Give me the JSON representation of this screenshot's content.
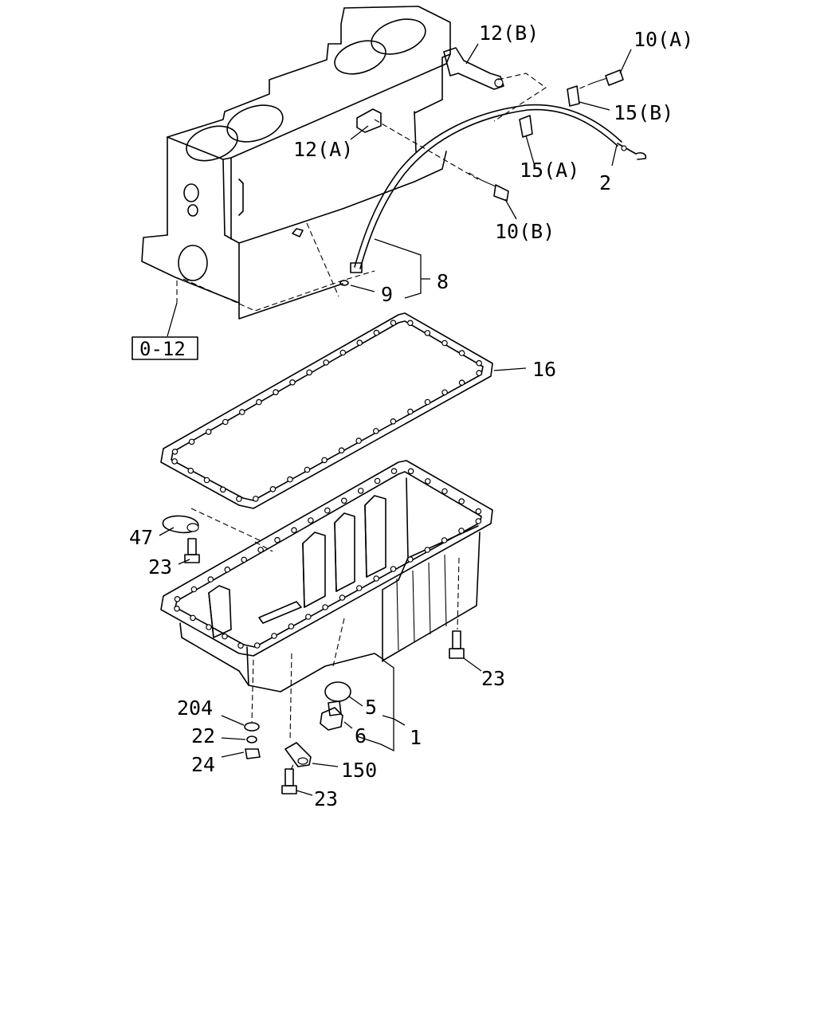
{
  "reference_box": {
    "text": "0-12"
  },
  "callouts": {
    "c12B": "12(B)",
    "c10A": "10(A)",
    "c15B": "15(B)",
    "c12A": "12(A)",
    "c15A": "15(A)",
    "c2": "2",
    "c10B": "10(B)",
    "c8": "8",
    "c9": "9",
    "c16": "16",
    "c47": "47",
    "c23a": "23",
    "c23b": "23",
    "c5": "5",
    "c6": "6",
    "c1": "1",
    "c204": "204",
    "c22": "22",
    "c24": "24",
    "c150": "150",
    "c23c": "23"
  }
}
